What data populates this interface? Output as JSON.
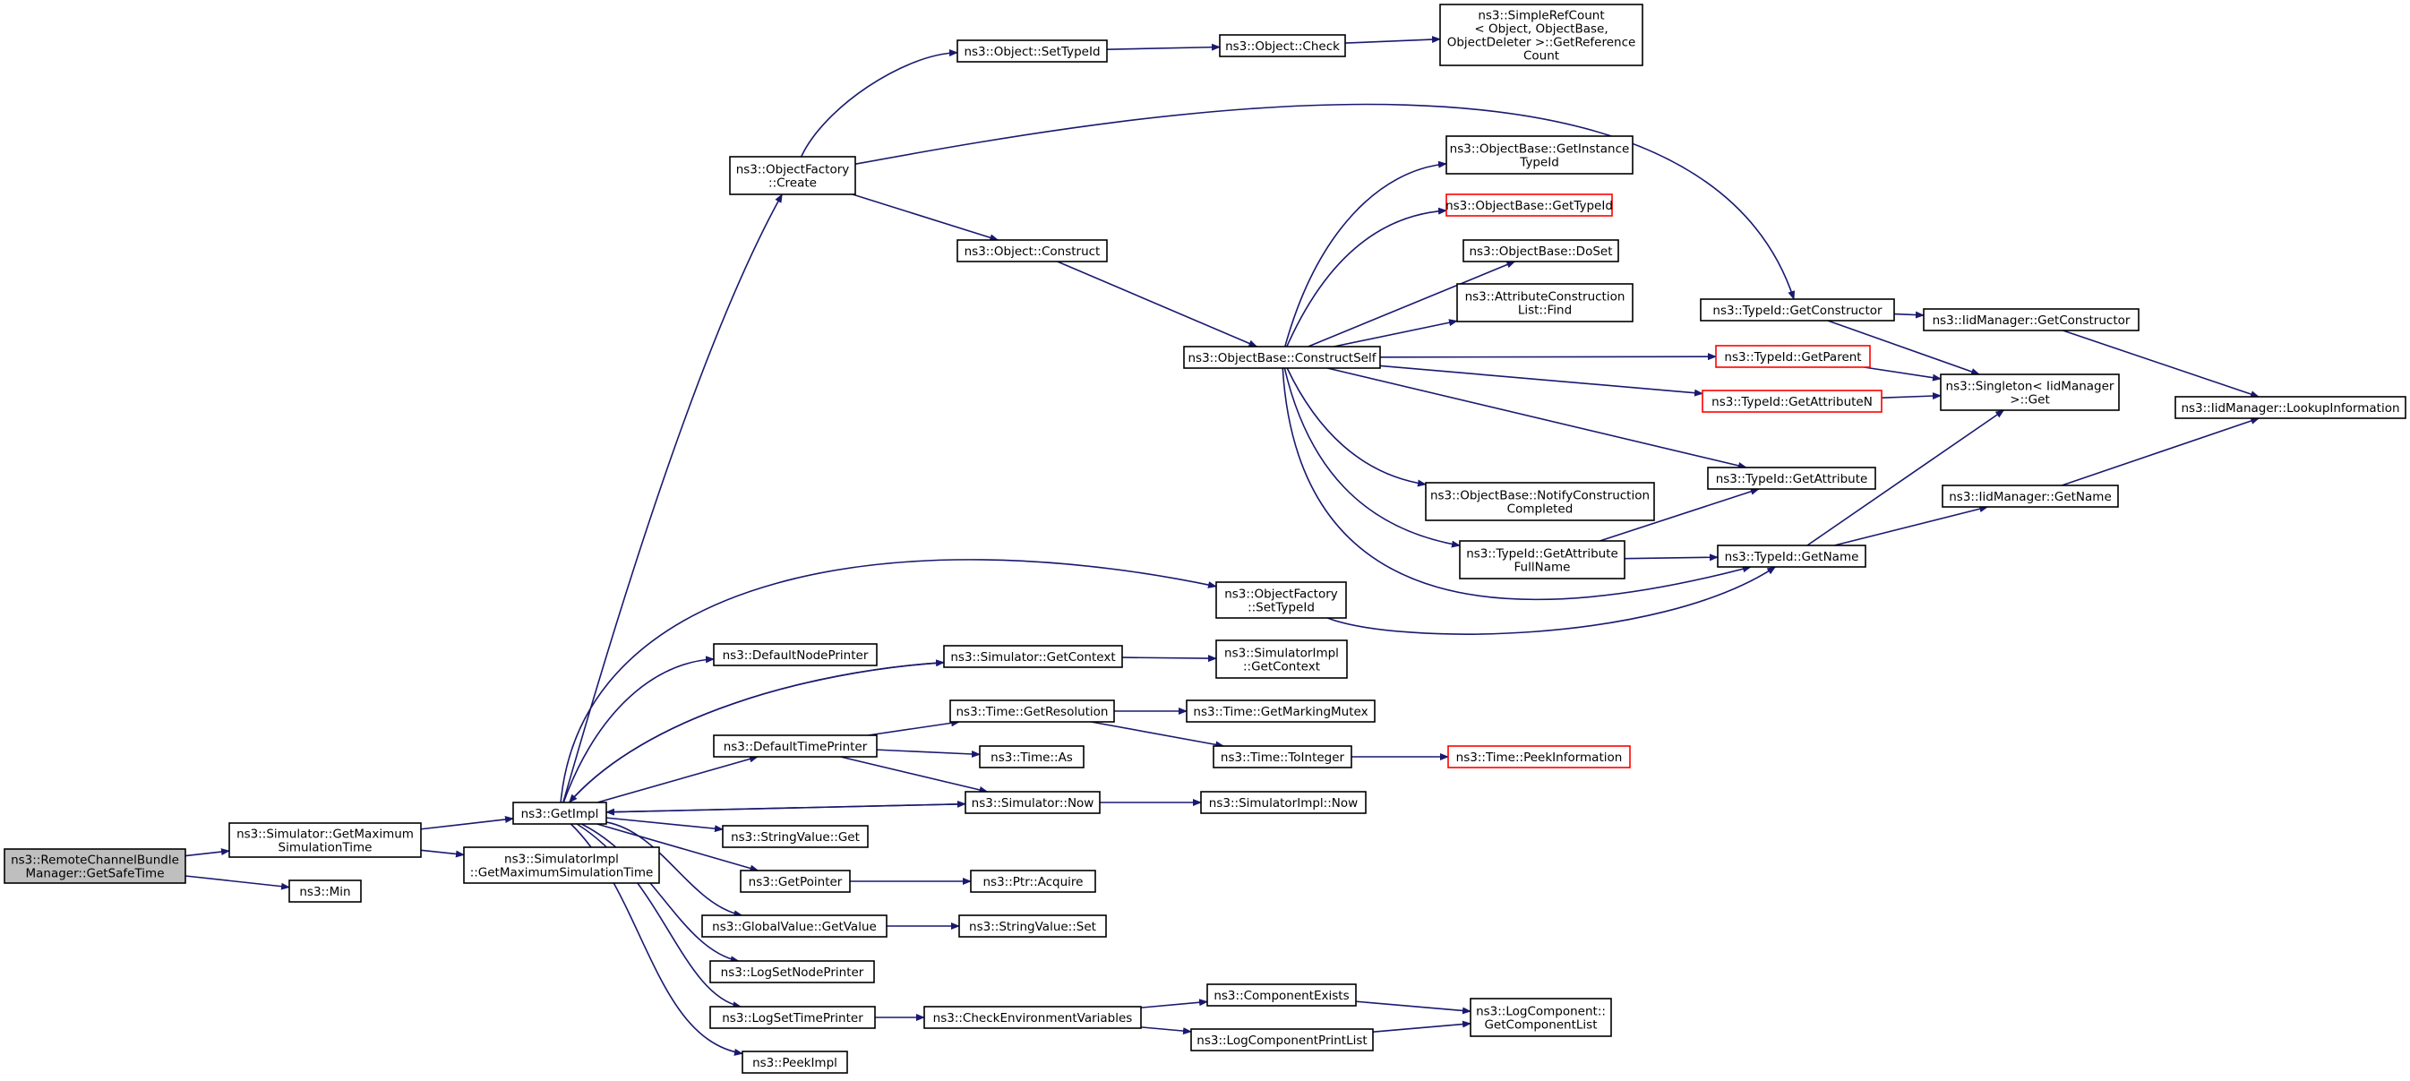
{
  "colors": {
    "edge": "#191970",
    "node_border": "#000000",
    "node_fill": "#ffffff",
    "root_fill": "#bfbfbf",
    "truncated_border": "#ff0000"
  },
  "nodes": {
    "root": [
      "ns3::RemoteChannelBundle",
      "Manager::GetSafeTime"
    ],
    "sim_getmax": [
      "ns3::Simulator::GetMaximum",
      "SimulationTime"
    ],
    "min": [
      "ns3::Min"
    ],
    "getimpl": [
      "ns3::GetImpl"
    ],
    "simimpl_getmax": [
      "ns3::SimulatorImpl",
      "::GetMaximumSimulationTime"
    ],
    "of_create": [
      "ns3::ObjectFactory",
      "::Create"
    ],
    "obj_settypeid": [
      "ns3::Object::SetTypeId"
    ],
    "obj_check": [
      "ns3::Object::Check"
    ],
    "simplerefcount": [
      "ns3::SimpleRefCount",
      "< Object, ObjectBase,",
      " ObjectDeleter >::GetReference",
      "Count"
    ],
    "obj_construct": [
      "ns3::Object::Construct"
    ],
    "ob_constructself": [
      "ns3::ObjectBase::ConstructSelf"
    ],
    "ob_getinstance": [
      "ns3::ObjectBase::GetInstance",
      "TypeId"
    ],
    "ob_gettypeid": [
      "ns3::ObjectBase::GetTypeId"
    ],
    "ob_doset": [
      "ns3::ObjectBase::DoSet"
    ],
    "acl_find": [
      "ns3::AttributeConstruction",
      "List::Find"
    ],
    "ob_notify": [
      "ns3::ObjectBase::NotifyConstruction",
      "Completed"
    ],
    "tid_getattrfull": [
      "ns3::TypeId::GetAttribute",
      "FullName"
    ],
    "tid_getconstructor": [
      "ns3::TypeId::GetConstructor"
    ],
    "tid_getparent": [
      "ns3::TypeId::GetParent"
    ],
    "tid_getattrn": [
      "ns3::TypeId::GetAttributeN"
    ],
    "tid_getattribute": [
      "ns3::TypeId::GetAttribute"
    ],
    "tid_getname": [
      "ns3::TypeId::GetName"
    ],
    "iid_getconstructor": [
      "ns3::IidManager::GetConstructor"
    ],
    "singleton_get": [
      "ns3::Singleton< IidManager",
      " >::Get"
    ],
    "iid_lookup": [
      "ns3::IidManager::LookupInformation"
    ],
    "iid_getname": [
      "ns3::IidManager::GetName"
    ],
    "of_settypeid": [
      "ns3::ObjectFactory",
      "::SetTypeId"
    ],
    "defaultnodeprinter": [
      "ns3::DefaultNodePrinter"
    ],
    "sim_getcontext": [
      "ns3::Simulator::GetContext"
    ],
    "simimpl_getcontext": [
      "ns3::SimulatorImpl",
      "::GetContext"
    ],
    "defaulttimeprinter": [
      "ns3::DefaultTimePrinter"
    ],
    "time_getresolution": [
      "ns3::Time::GetResolution"
    ],
    "time_getmarkingmutex": [
      "ns3::Time::GetMarkingMutex"
    ],
    "time_as": [
      "ns3::Time::As"
    ],
    "time_tointeger": [
      "ns3::Time::ToInteger"
    ],
    "time_peekinfo": [
      "ns3::Time::PeekInformation"
    ],
    "sim_now": [
      "ns3::Simulator::Now"
    ],
    "simimpl_now": [
      "ns3::SimulatorImpl::Now"
    ],
    "stringvalue_get": [
      "ns3::StringValue::Get"
    ],
    "getpointer": [
      "ns3::GetPointer"
    ],
    "ptr_acquire": [
      "ns3::Ptr::Acquire"
    ],
    "gv_getvalue": [
      "ns3::GlobalValue::GetValue"
    ],
    "stringvalue_set": [
      "ns3::StringValue::Set"
    ],
    "logsetnodeprinter": [
      "ns3::LogSetNodePrinter"
    ],
    "logsettimeprinter": [
      "ns3::LogSetTimePrinter"
    ],
    "checkenv": [
      "ns3::CheckEnvironmentVariables"
    ],
    "componentexists": [
      "ns3::ComponentExists"
    ],
    "logcomponentprintlist": [
      "ns3::LogComponentPrintList"
    ],
    "logcomponent_getlist": [
      "ns3::LogComponent::",
      "GetComponentList"
    ],
    "peekimpl": [
      "ns3::PeekImpl"
    ]
  }
}
